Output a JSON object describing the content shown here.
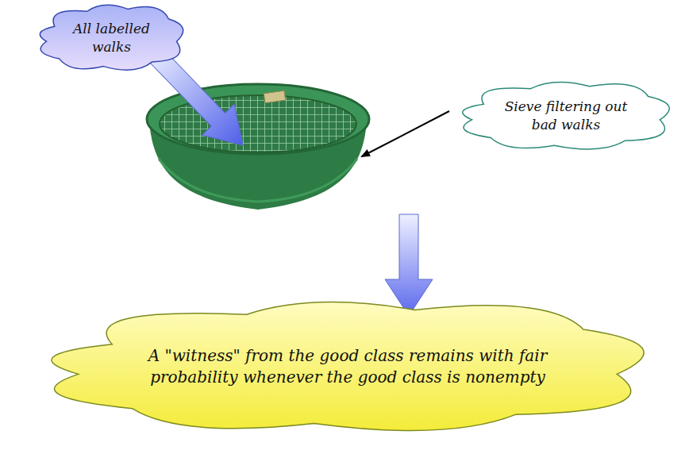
{
  "diagram": {
    "nodes": [
      {
        "text": [
          "All labelled walks"
        ]
      },
      {
        "text": [
          "Sieve filtering out bad walks"
        ]
      },
      {
        "text": [
          "A \"witness\" from the good class remains with fair probability whenever the good class is nonempty"
        ]
      }
    ]
  }
}
